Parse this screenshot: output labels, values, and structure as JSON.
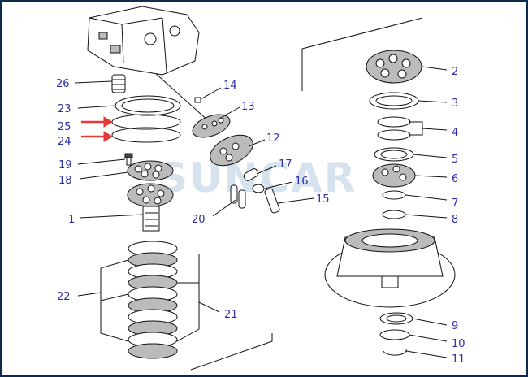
{
  "watermark": "SUNCAR",
  "callouts": [
    "1",
    "2",
    "3",
    "4",
    "5",
    "6",
    "7",
    "8",
    "9",
    "10",
    "11",
    "12",
    "13",
    "14",
    "15",
    "16",
    "17",
    "18",
    "19",
    "20",
    "21",
    "22",
    "23",
    "24",
    "25",
    "26"
  ],
  "colors": {
    "frame": "#0f2b4f",
    "label": "#2d2fa8",
    "arrow": "#e53935",
    "watermark": "#d6e2ee"
  }
}
